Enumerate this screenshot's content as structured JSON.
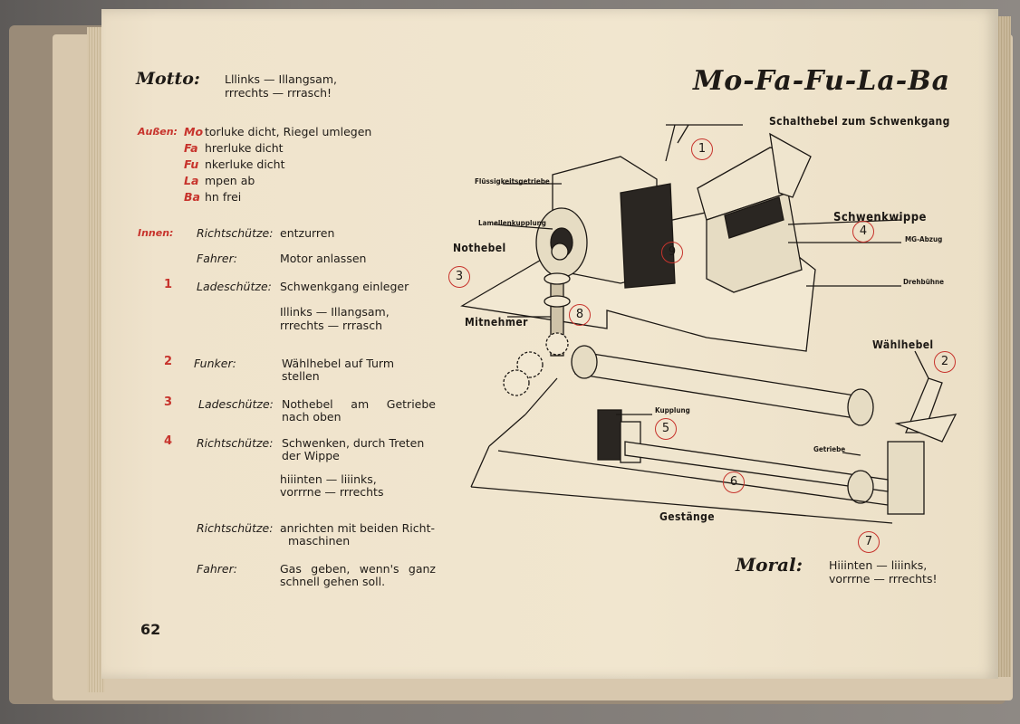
{
  "motto": {
    "heading": "Motto:",
    "line1": "Lllinks — Illangsam,",
    "line2": "rrrechts — rrrasch!"
  },
  "title": "Mo-Fa-Fu-La-Ba",
  "aussen": {
    "label": "Außen:",
    "items": [
      {
        "prefix": "Mo",
        "text": "torluke dicht, Riegel umlegen"
      },
      {
        "prefix": "Fa",
        "text": "hrerluke dicht"
      },
      {
        "prefix": "Fu",
        "text": "nkerluke dicht"
      },
      {
        "prefix": "La",
        "text": "mpen ab"
      },
      {
        "prefix": "Ba",
        "text": "hn frei"
      }
    ]
  },
  "innen": {
    "label": "Innen:",
    "rows": [
      {
        "num": "",
        "role": "Richtschütze:",
        "action": "entzurren"
      },
      {
        "num": "",
        "role": "Fahrer:",
        "action": "Motor anlassen"
      },
      {
        "num": "1",
        "role": "Ladeschütze:",
        "action": "Schwenkgang einleger"
      },
      {
        "num": "",
        "role": "",
        "action": "Illinks — Illangsam,",
        "action2": "rrrechts — rrrasch"
      },
      {
        "num": "2",
        "role": "Funker:",
        "action": "Wählhebel auf Turm",
        "action2": "stellen"
      },
      {
        "num": "3",
        "role": "Ladeschütze:",
        "action": "Nothebel am Getriebe",
        "action2": "nach oben"
      },
      {
        "num": "4",
        "role": "Richtschütze:",
        "action": "Schwenken, durch Treten",
        "action2": "der Wippe"
      },
      {
        "num": "",
        "role": "",
        "action": "hiiinten — liiinks,",
        "action2": "vorrrne — rrrechts"
      },
      {
        "num": "",
        "role": "Richtschütze:",
        "action": "anrichten mit beiden Richt-",
        "action2": "maschinen"
      },
      {
        "num": "",
        "role": "Fahrer:",
        "action": "Gas geben, wenn's ganz",
        "action2": "schnell gehen soll."
      }
    ]
  },
  "page_number": "62",
  "diagram": {
    "labels": {
      "schalthebel": "Schalthebel zum Schwenkgang",
      "fluessig": "Flüssigkeitsgetriebe",
      "lamellen": "Lamellenkupplung",
      "nothebel": "Nothebel",
      "schwenkwippe": "Schwenkwippe",
      "mgabzug": "MG-Abzug",
      "drehbuehne": "Drehbühne",
      "mitnehmer": "Mitnehmer",
      "waehlhebel": "Wählhebel",
      "kupplung": "Kupplung",
      "getriebe": "Getriebe",
      "gestaenge": "Gestänge"
    },
    "numbers": [
      "1",
      "2",
      "3",
      "4",
      "5",
      "6",
      "7",
      "8",
      "9"
    ]
  },
  "moral": {
    "heading": "Moral:",
    "line1": "Hiiinten — liiinks,",
    "line2": "vorrrne — rrrechts!"
  }
}
